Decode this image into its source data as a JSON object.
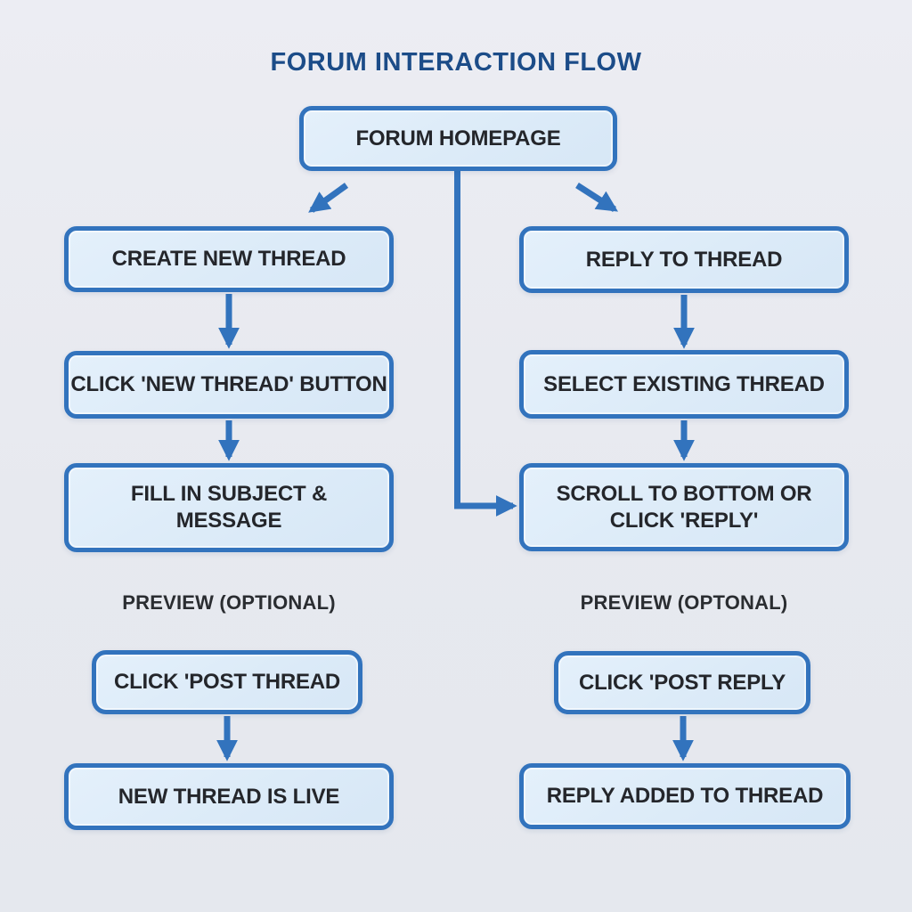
{
  "title": "FORUM INTERACTION FLOW",
  "colors": {
    "background": "#e8eaf0",
    "box_fill": "#dcebf8",
    "box_border": "#3273bd",
    "arrow": "#3273bd",
    "title_text": "#1c4c88",
    "box_text": "#24262b",
    "note_text": "#2a2d31"
  },
  "root": {
    "label": "FORUM HOMEPAGE"
  },
  "left_branch": {
    "step1": {
      "label": "CREATE NEW THREAD"
    },
    "step2": {
      "label": "CLICK 'NEW THREAD' BUTTON"
    },
    "step3": {
      "label": "FILL IN SUBJECT & MESSAGE"
    },
    "note": {
      "label": "PREVIEW (OPTIONAL)"
    },
    "step4": {
      "label": "CLICK 'POST THREAD"
    },
    "step5": {
      "label": "NEW THREAD IS LIVE"
    }
  },
  "right_branch": {
    "step1": {
      "label": "REPLY TO THREAD"
    },
    "step2": {
      "label": "SELECT EXISTING THREAD"
    },
    "step3": {
      "label": "SCROLL TO BOTTOM OR CLICK 'REPLY'"
    },
    "note": {
      "label": "PREVIEW (OPTONAL)"
    },
    "step4": {
      "label": "CLICK 'POST REPLY"
    },
    "step5": {
      "label": "REPLY ADDED TO THREAD"
    }
  },
  "edges": [
    {
      "from": "FORUM HOMEPAGE",
      "to": "CREATE NEW THREAD"
    },
    {
      "from": "FORUM HOMEPAGE",
      "to": "REPLY TO THREAD"
    },
    {
      "from": "FORUM HOMEPAGE",
      "to": "SCROLL TO BOTTOM OR CLICK 'REPLY'"
    },
    {
      "from": "CREATE NEW THREAD",
      "to": "CLICK 'NEW THREAD' BUTTON"
    },
    {
      "from": "CLICK 'NEW THREAD' BUTTON",
      "to": "FILL IN SUBJECT & MESSAGE"
    },
    {
      "from": "CLICK 'POST THREAD",
      "to": "NEW THREAD IS LIVE"
    },
    {
      "from": "REPLY TO THREAD",
      "to": "SELECT EXISTING THREAD"
    },
    {
      "from": "SELECT EXISTING THREAD",
      "to": "SCROLL TO BOTTOM OR CLICK 'REPLY'"
    },
    {
      "from": "CLICK 'POST REPLY",
      "to": "REPLY ADDED TO THREAD"
    }
  ]
}
